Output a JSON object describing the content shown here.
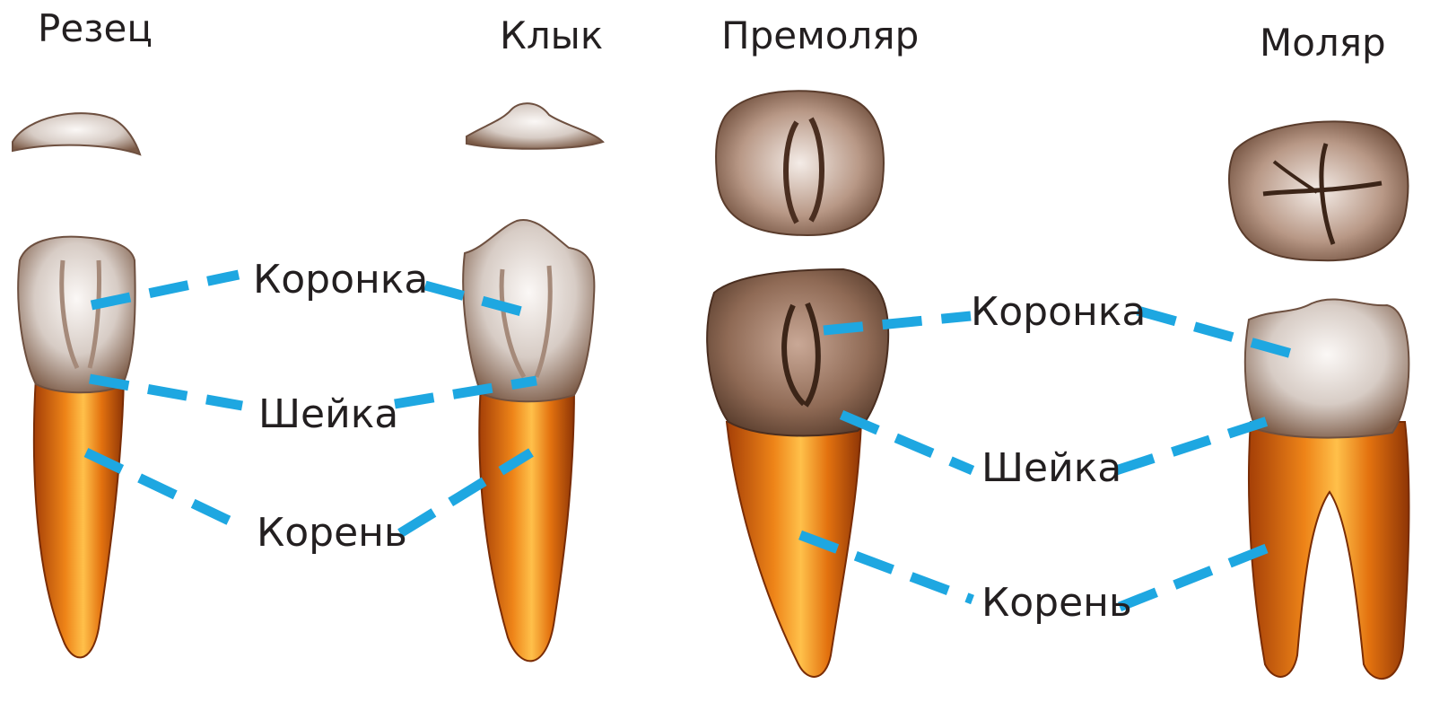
{
  "teeth": [
    {
      "id": "incisor",
      "title": "Резец"
    },
    {
      "id": "canine",
      "title": "Клык"
    },
    {
      "id": "premolar",
      "title": "Премоляр"
    },
    {
      "id": "molar",
      "title": "Моляр"
    }
  ],
  "labels": {
    "crown": "Коронка",
    "neck": "Шейка",
    "root": "Корень"
  },
  "colors": {
    "leader": "#1ea7e1",
    "enamel": "#d9d1cc",
    "enamel_shadow": "#8a6a55",
    "root": "#e0700e",
    "root_highlight": "#ffc04a",
    "root_shadow": "#9c3a06"
  }
}
